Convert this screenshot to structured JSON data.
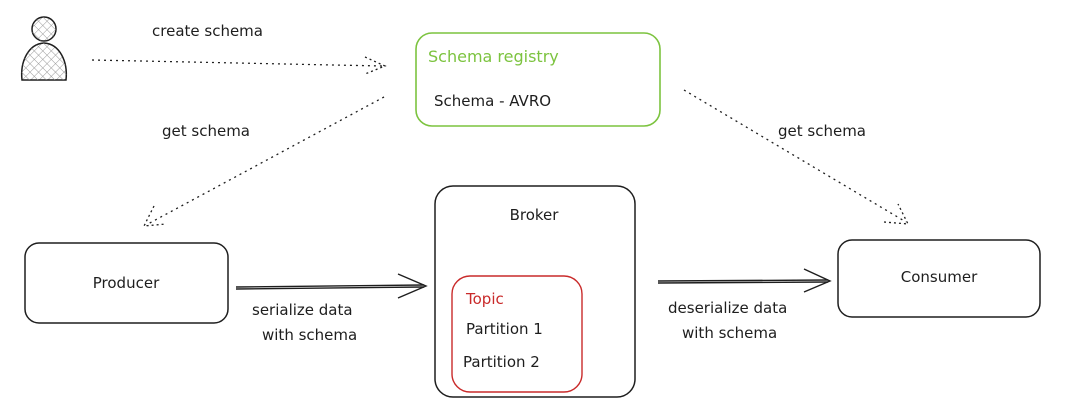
{
  "actor": {
    "icon": "person-icon",
    "create_label": "create schema"
  },
  "schema_registry": {
    "title": "Schema registry",
    "content": "Schema - AVRO",
    "color": "#7cc33f"
  },
  "producer": {
    "label": "Producer"
  },
  "consumer": {
    "label": "Consumer"
  },
  "broker": {
    "title": "Broker",
    "topic": {
      "title": "Topic",
      "color": "#c92a2a",
      "partitions": [
        "Partition 1",
        "Partition 2"
      ]
    }
  },
  "edges": {
    "get_schema_left": "get schema",
    "get_schema_right": "get schema",
    "serialize": [
      "serialize data",
      "with schema"
    ],
    "deserialize": [
      "deserialize data",
      "with schema"
    ]
  }
}
